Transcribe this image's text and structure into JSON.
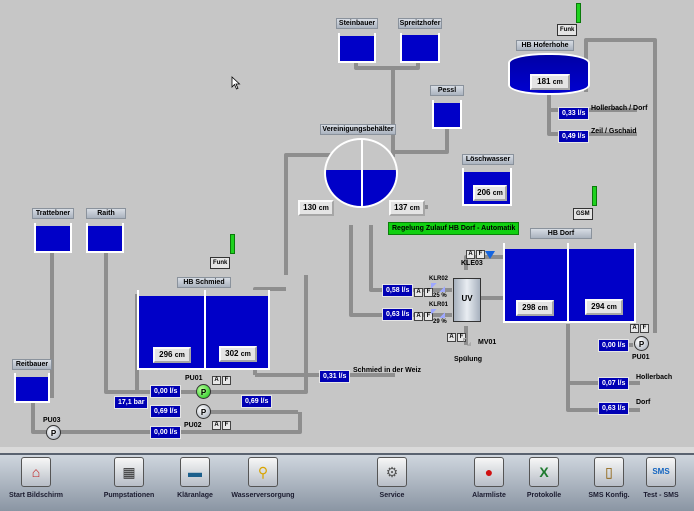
{
  "tanks": {
    "steinbauer": "Steinbauer",
    "spreitzhofer": "Spreitzhofer",
    "pessl": "Pessl",
    "hb_hoferhohe": "HB Hoferhohe",
    "vereinigungsbehaelter": "Vereinigungsbehälter",
    "loeschwasser": "Löschwasser",
    "trattebner": "Trattebner",
    "raith": "Raith",
    "hb_schmied": "HB Schmied",
    "hb_dorf": "HB Dorf",
    "reitbauer": "Reitbauer"
  },
  "levels": {
    "hoferhohe": "181",
    "loeschwasser": "206",
    "vb_left": "130",
    "vb_right": "137",
    "schmied_left": "296",
    "schmied_right": "302",
    "dorf_left": "298",
    "dorf_right": "294",
    "unit": "cm"
  },
  "flows": {
    "hollerbach_dorf": "0,33 l/s",
    "zeil_gschaid": "0,49 l/s",
    "klr02": "0,58 l/s",
    "klr01": "0,63 l/s",
    "schmied_weiz": "0,31 l/s",
    "pu01_schmied": "0,00 l/s",
    "pu02": "0,69 l/s",
    "pu02_right": "0,69 l/s",
    "pu03": "0,00 l/s",
    "pu01_dorf": "0,00 l/s",
    "hollerbach": "0,07 l/s",
    "dorf": "0,63 l/s",
    "pressure": "17,1 bar"
  },
  "labels": {
    "hollerbach_dorf": "Hollerbach / Dorf",
    "zeil_gschaid": "Zeil / Gschaid",
    "schmied_weiz": "Schmied in der Weiz",
    "hollerbach": "Hollerbach",
    "dorf": "Dorf",
    "regelung": "Regelung Zulauf HB Dorf - Automatik",
    "kle03": "KLE03",
    "klr02": "KLR02",
    "klr02_pct": "25 %",
    "klr01": "KLR01",
    "klr01_pct": "29 %",
    "uv": "UV",
    "mv01": "MV01",
    "spuelung": "Spülung",
    "pu01": "PU01",
    "pu02": "PU02",
    "pu03": "PU03",
    "pu01_dorf": "PU01",
    "funk": "Funk",
    "gsm": "GSM",
    "a": "A",
    "f": "F",
    "p": "P"
  },
  "taskbar": [
    {
      "label": "Start Bildschirm",
      "icon": "home-icon"
    },
    {
      "label": "Pumpstationen",
      "icon": "pump-station-icon"
    },
    {
      "label": "Kläranlage",
      "icon": "treatment-plant-icon"
    },
    {
      "label": "Wasserversorgung",
      "icon": "water-tap-icon"
    },
    {
      "label": "Service",
      "icon": "gears-icon"
    },
    {
      "label": "Alarmliste",
      "icon": "alarm-icon"
    },
    {
      "label": "Protokolle",
      "icon": "excel-icon"
    },
    {
      "label": "SMS Konfig.",
      "icon": "phone-icon"
    },
    {
      "label": "Test - SMS",
      "icon": "sms-icon"
    }
  ],
  "colors": {
    "water": "#0000c8",
    "value_box": "#0000b4",
    "pump_running": "#13c113",
    "regelung_box": "#10d010",
    "background": "#c6c6c6"
  }
}
